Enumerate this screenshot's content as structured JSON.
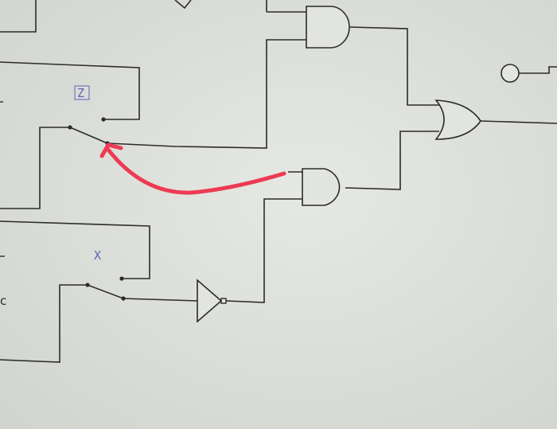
{
  "switches": [
    {
      "label": "Z"
    },
    {
      "label": "X"
    }
  ],
  "edge_text": "c",
  "colors": {
    "background": "#dfe2dd",
    "wire": "#2b2b2b",
    "label": "#5a63b8",
    "annotation": "#ee3a52"
  }
}
